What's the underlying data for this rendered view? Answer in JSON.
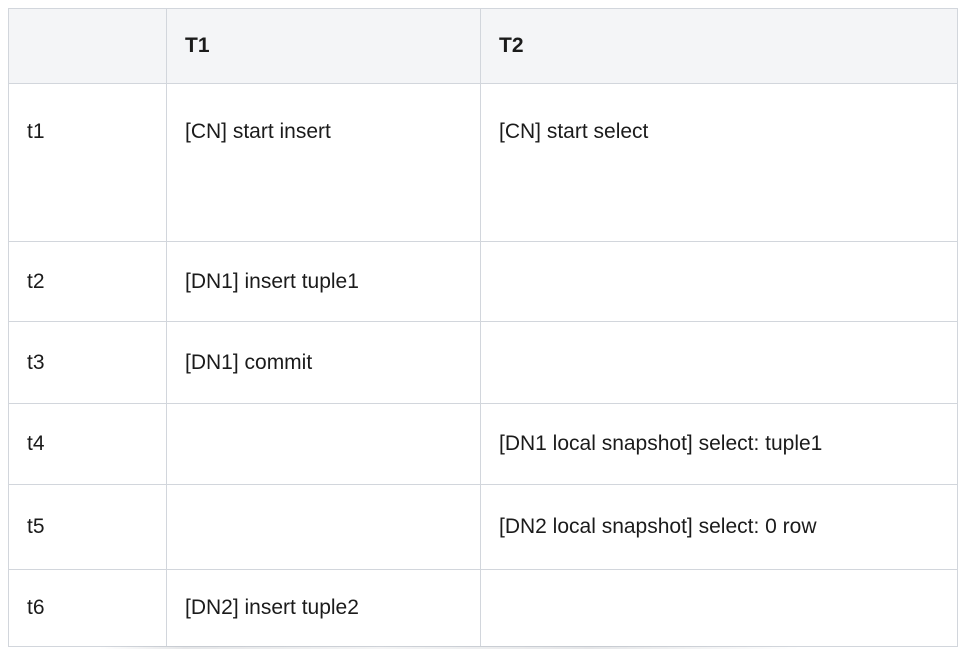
{
  "table": {
    "description": "Transaction timeline table",
    "columns": {
      "time_header": "",
      "t1_header": "T1",
      "t2_header": "T2"
    },
    "rows": [
      {
        "time": "t1",
        "t1": "[CN] start insert",
        "t2": "[CN] start select"
      },
      {
        "time": "t2",
        "t1": "[DN1] insert tuple1",
        "t2": ""
      },
      {
        "time": "t3",
        "t1": "[DN1] commit",
        "t2": ""
      },
      {
        "time": "t4",
        "t1": "",
        "t2": "[DN1 local snapshot] select: tuple1"
      },
      {
        "time": "t5",
        "t1": "",
        "t2": "[DN2 local snapshot] select: 0 row"
      },
      {
        "time": "t6",
        "t1": "[DN2] insert tuple2",
        "t2": ""
      }
    ],
    "colors": {
      "border": "#d2d6dc",
      "header_background": "#f4f5f7",
      "text": "#1b1b1b",
      "page_background": "#ffffff"
    }
  }
}
